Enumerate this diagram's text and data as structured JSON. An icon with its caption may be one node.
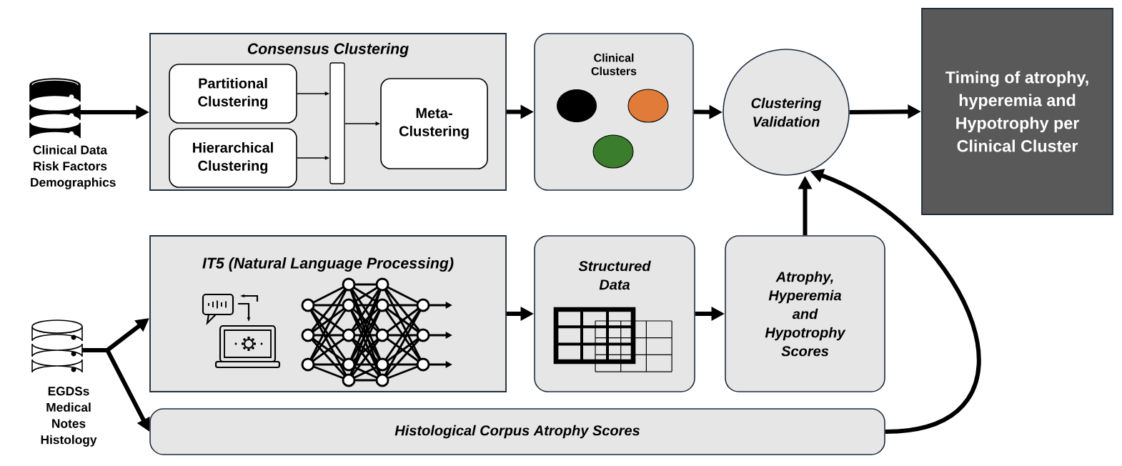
{
  "diagram": {
    "nodes": [
      {
        "text": [],
        "shape": "cylinder",
        "beside": [
          "Clinical Data Risk Factors Demographics"
        ]
      },
      {
        "text": [
          "Consensus Clustering"
        ]
      },
      {
        "text": [
          "Partitional Clustering"
        ],
        "in": 1
      },
      {
        "text": [
          "Hierarchical Clustering"
        ],
        "in": 1
      },
      {
        "text": [],
        "shape": "bar",
        "in": 1
      },
      {
        "text": [
          "Meta-Clustering"
        ],
        "in": 1
      },
      {
        "text": [
          "Clinical Clusters"
        ]
      },
      {
        "text": [
          "Clustering Validation"
        ]
      },
      {
        "text": [
          "Timing of atrophy, hyperemia and Hypotrophy per Clinical Cluster"
        ]
      },
      {
        "text": [],
        "shape": "cylinder",
        "beside": [
          "EGDSs Medical Notes Histology"
        ]
      },
      {
        "text": [
          "IT5 (Natural Language Processing)"
        ]
      },
      {
        "text": [
          "Structured Data"
        ]
      },
      {
        "text": [
          "Atrophy, Hyperemia and Hypotrophy Scores"
        ]
      },
      {
        "text": [
          "Histological Corpus Atrophy Scores"
        ]
      }
    ],
    "edges": [
      {
        "from": 0,
        "to": 1,
        "arrow": "to"
      },
      {
        "from": 2,
        "to": 4,
        "arrow": "to"
      },
      {
        "from": 3,
        "to": 4,
        "arrow": "to"
      },
      {
        "from": 4,
        "to": 5,
        "arrow": "to"
      },
      {
        "from": 1,
        "to": 6,
        "arrow": "to"
      },
      {
        "from": 6,
        "to": 7,
        "arrow": "to"
      },
      {
        "from": 7,
        "to": 8,
        "arrow": "to"
      },
      {
        "from": 9,
        "to": 10,
        "arrow": "to"
      },
      {
        "from": 9,
        "to": 13,
        "arrow": "to"
      },
      {
        "from": 10,
        "to": 11,
        "arrow": "to"
      },
      {
        "from": 11,
        "to": 12,
        "arrow": "to"
      },
      {
        "from": 12,
        "to": 7,
        "arrow": "to"
      },
      {
        "from": 13,
        "to": 7,
        "arrow": "to"
      }
    ]
  }
}
